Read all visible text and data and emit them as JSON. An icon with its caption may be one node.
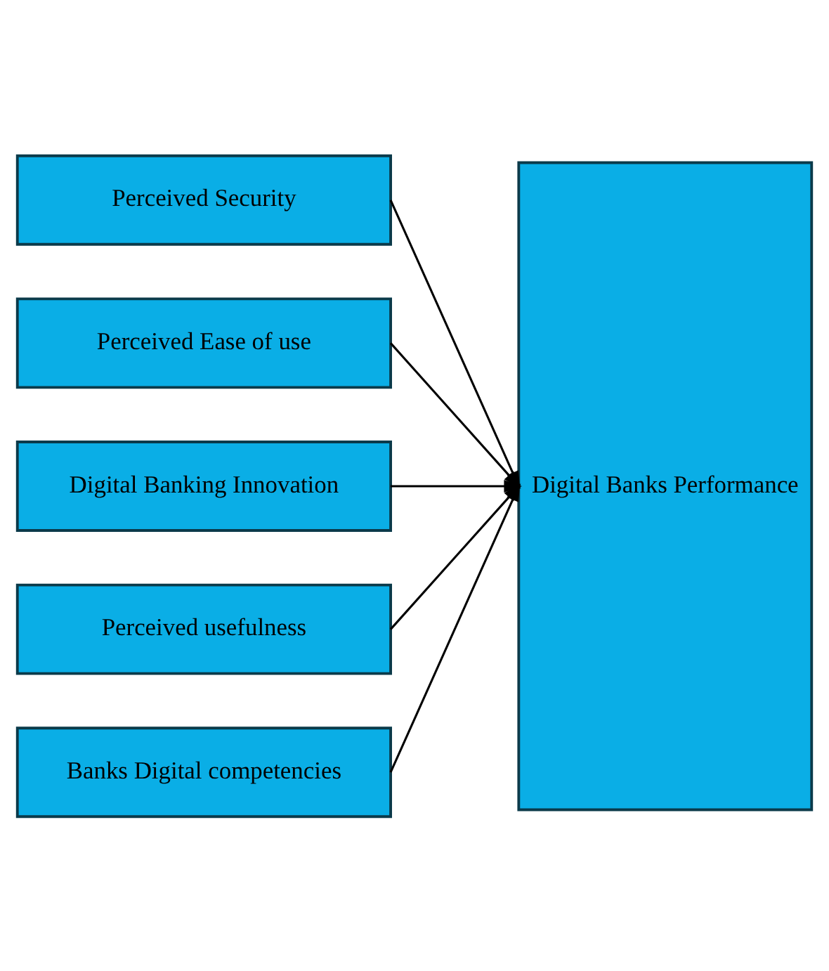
{
  "diagram": {
    "nodes": [
      {
        "text": [
          "Perceived Security"
        ]
      },
      {
        "text": [
          "Perceived Ease of use"
        ]
      },
      {
        "text": [
          "Digital Banking Innovation"
        ]
      },
      {
        "text": [
          "Perceived usefulness"
        ]
      },
      {
        "text": [
          "Banks Digital competencies"
        ]
      },
      {
        "text": [
          "Digital Banks Performance"
        ]
      }
    ],
    "edges": [
      {
        "from": 0,
        "to": 5,
        "arrow": "to"
      },
      {
        "from": 1,
        "to": 5,
        "arrow": "to"
      },
      {
        "from": 2,
        "to": 5,
        "arrow": "to"
      },
      {
        "from": 3,
        "to": 5,
        "arrow": "to"
      },
      {
        "from": 4,
        "to": 5,
        "arrow": "to"
      }
    ]
  }
}
